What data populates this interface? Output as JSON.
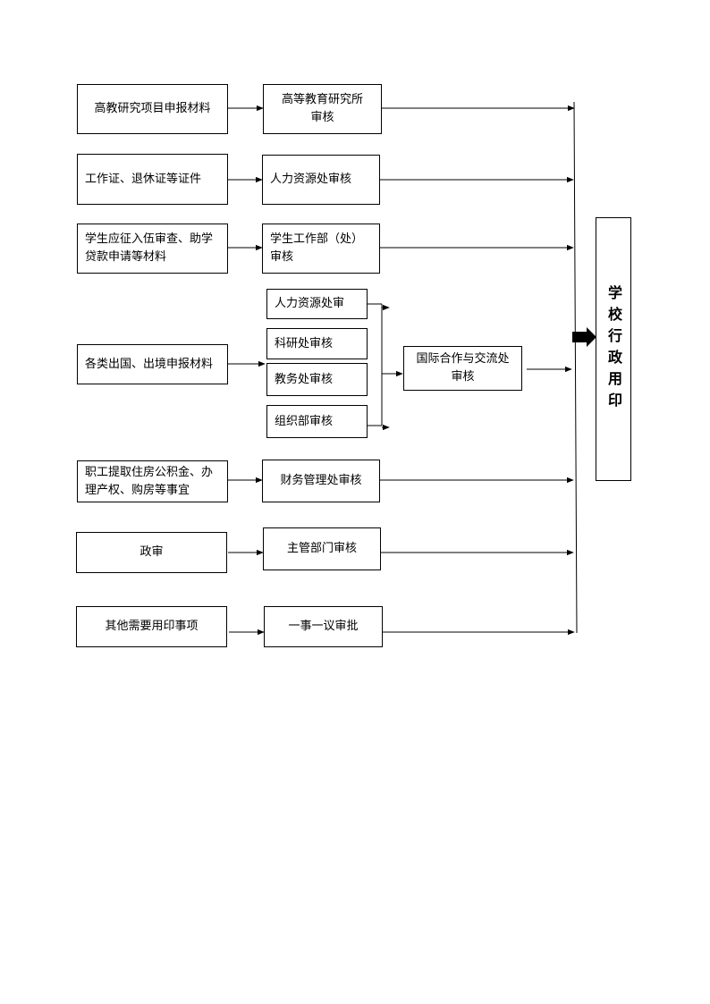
{
  "sources": {
    "research": "高教研究项目申报材料",
    "certificates": "工作证、退休证等证件",
    "student": "学生应征入伍审查、助学\n贷款申请等材料",
    "abroad": "各类出国、出境申报材料",
    "housing": "职工提取住房公积金、办\n理产权、购房等事宜",
    "political": "政审",
    "other": "其他需要用印事项"
  },
  "reviews": {
    "research": "高等教育研究所\n审核",
    "certificates": "人力资源处审核",
    "student": "学生工作部（处）\n审核",
    "housing": "财务管理处审核",
    "political": "主管部门审核",
    "other": "一事一议审批"
  },
  "abroad_reviews": {
    "hr": "人力资源处审",
    "research": "科研处审核",
    "academic": "教务处审核",
    "organization": "组织部审核",
    "international": "国际合作与交流处\n审核"
  },
  "target": "学校行政用印"
}
